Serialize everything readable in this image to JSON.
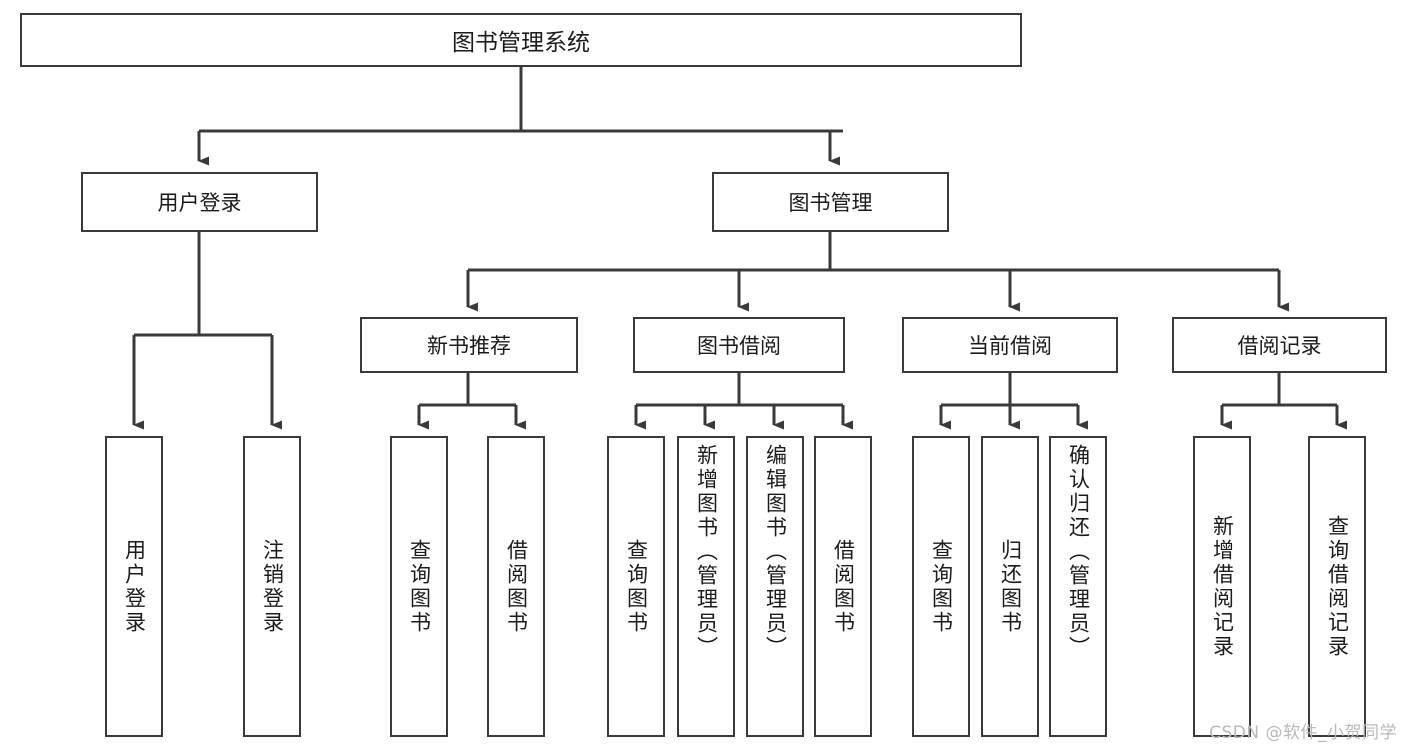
{
  "diagram": {
    "type": "tree",
    "title": "图书管理系统",
    "watermark": "CSDN @软件_小贺同学",
    "colors": {
      "box_border": "#3a3a3a",
      "box_fill": "#ffffff",
      "connector": "#3a3a3a",
      "text": "#1b1b1b",
      "watermark": "#b9b9b9",
      "background": "#ffffff"
    },
    "nodes": {
      "root": {
        "label": "图书管理系统"
      },
      "level2": [
        {
          "label": "用户登录"
        },
        {
          "label": "图书管理"
        }
      ],
      "level3": [
        {
          "label": "新书推荐"
        },
        {
          "label": "图书借阅"
        },
        {
          "label": "当前借阅"
        },
        {
          "label": "借阅记录"
        }
      ],
      "leaves": {
        "user_login": [
          {
            "label": "用户登录"
          },
          {
            "label": "注销登录"
          }
        ],
        "new_book_recommend": [
          {
            "label": "查询图书"
          },
          {
            "label": "借阅图书"
          }
        ],
        "book_borrow": [
          {
            "label": "查询图书"
          },
          {
            "label": "新增图书（管理员）"
          },
          {
            "label": "编辑图书（管理员）"
          },
          {
            "label": "借阅图书"
          }
        ],
        "current_borrow": [
          {
            "label": "查询图书"
          },
          {
            "label": "归还图书"
          },
          {
            "label": "确认归还（管理员）"
          }
        ],
        "borrow_record": [
          {
            "label": "新增借阅记录"
          },
          {
            "label": "查询借阅记录"
          }
        ]
      }
    }
  }
}
